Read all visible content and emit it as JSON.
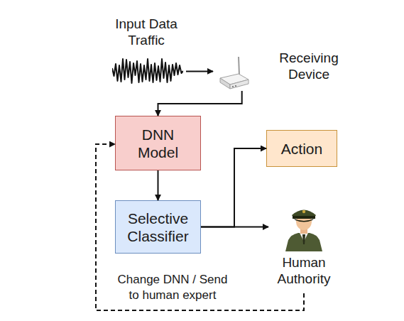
{
  "diagram": {
    "nodes": [
      {
        "text": [
          "Input Data Traffic"
        ]
      },
      {
        "text": [
          "Receiving Device"
        ]
      },
      {
        "text": [
          "DNN Model"
        ]
      },
      {
        "text": [
          "Selective Classifier"
        ]
      },
      {
        "text": [
          "Action"
        ]
      },
      {
        "text": [
          "Human Authority"
        ]
      }
    ],
    "edges": [
      {
        "from": 0,
        "to": 1,
        "arrow": "to"
      },
      {
        "from": 1,
        "to": 2,
        "arrow": "to"
      },
      {
        "from": 2,
        "to": 3,
        "arrow": "to"
      },
      {
        "from": 3,
        "to": 4,
        "arrow": "to"
      },
      {
        "from": 3,
        "to": 5,
        "arrow": "to"
      },
      {
        "from": 5,
        "to": 2,
        "label": "Change DNN / Send to human expert",
        "arrow": "to"
      }
    ]
  }
}
